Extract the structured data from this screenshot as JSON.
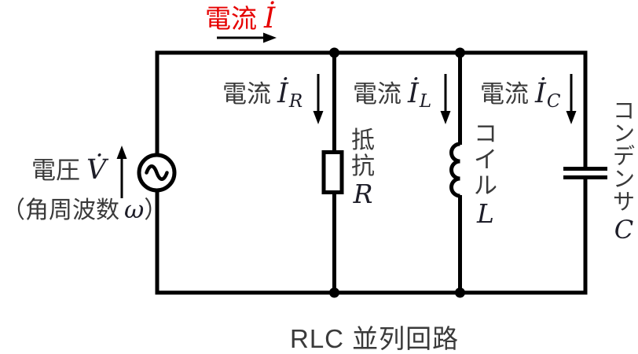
{
  "colors": {
    "background": "#ffffff",
    "wire": "#000000",
    "label_text": "#3a3a3a",
    "math_text": "#1d1d28",
    "current_highlight": "#e60000"
  },
  "top_current": {
    "label_jp": "電流",
    "symbol": "İ"
  },
  "source": {
    "label_jp": "電圧",
    "symbol": "V̇",
    "note_open": "（角周波数",
    "note_symbol": "ω",
    "note_close": "）"
  },
  "branch_currents": [
    {
      "label_jp": "電流",
      "symbol": "İ",
      "subscript": "R"
    },
    {
      "label_jp": "電流",
      "symbol": "İ",
      "subscript": "L"
    },
    {
      "label_jp": "電流",
      "symbol": "İ",
      "subscript": "C"
    }
  ],
  "components": [
    {
      "type": "resistor",
      "name_chars": [
        "抵",
        "抗"
      ],
      "symbol": "R"
    },
    {
      "type": "inductor",
      "name_chars": [
        "コ",
        "イ",
        "ル"
      ],
      "symbol": "L"
    },
    {
      "type": "capacitor",
      "name_chars": [
        "コ",
        "ン",
        "デ",
        "ン",
        "サ"
      ],
      "symbol": "C"
    }
  ],
  "caption": {
    "text": "RLC 並列回路"
  }
}
